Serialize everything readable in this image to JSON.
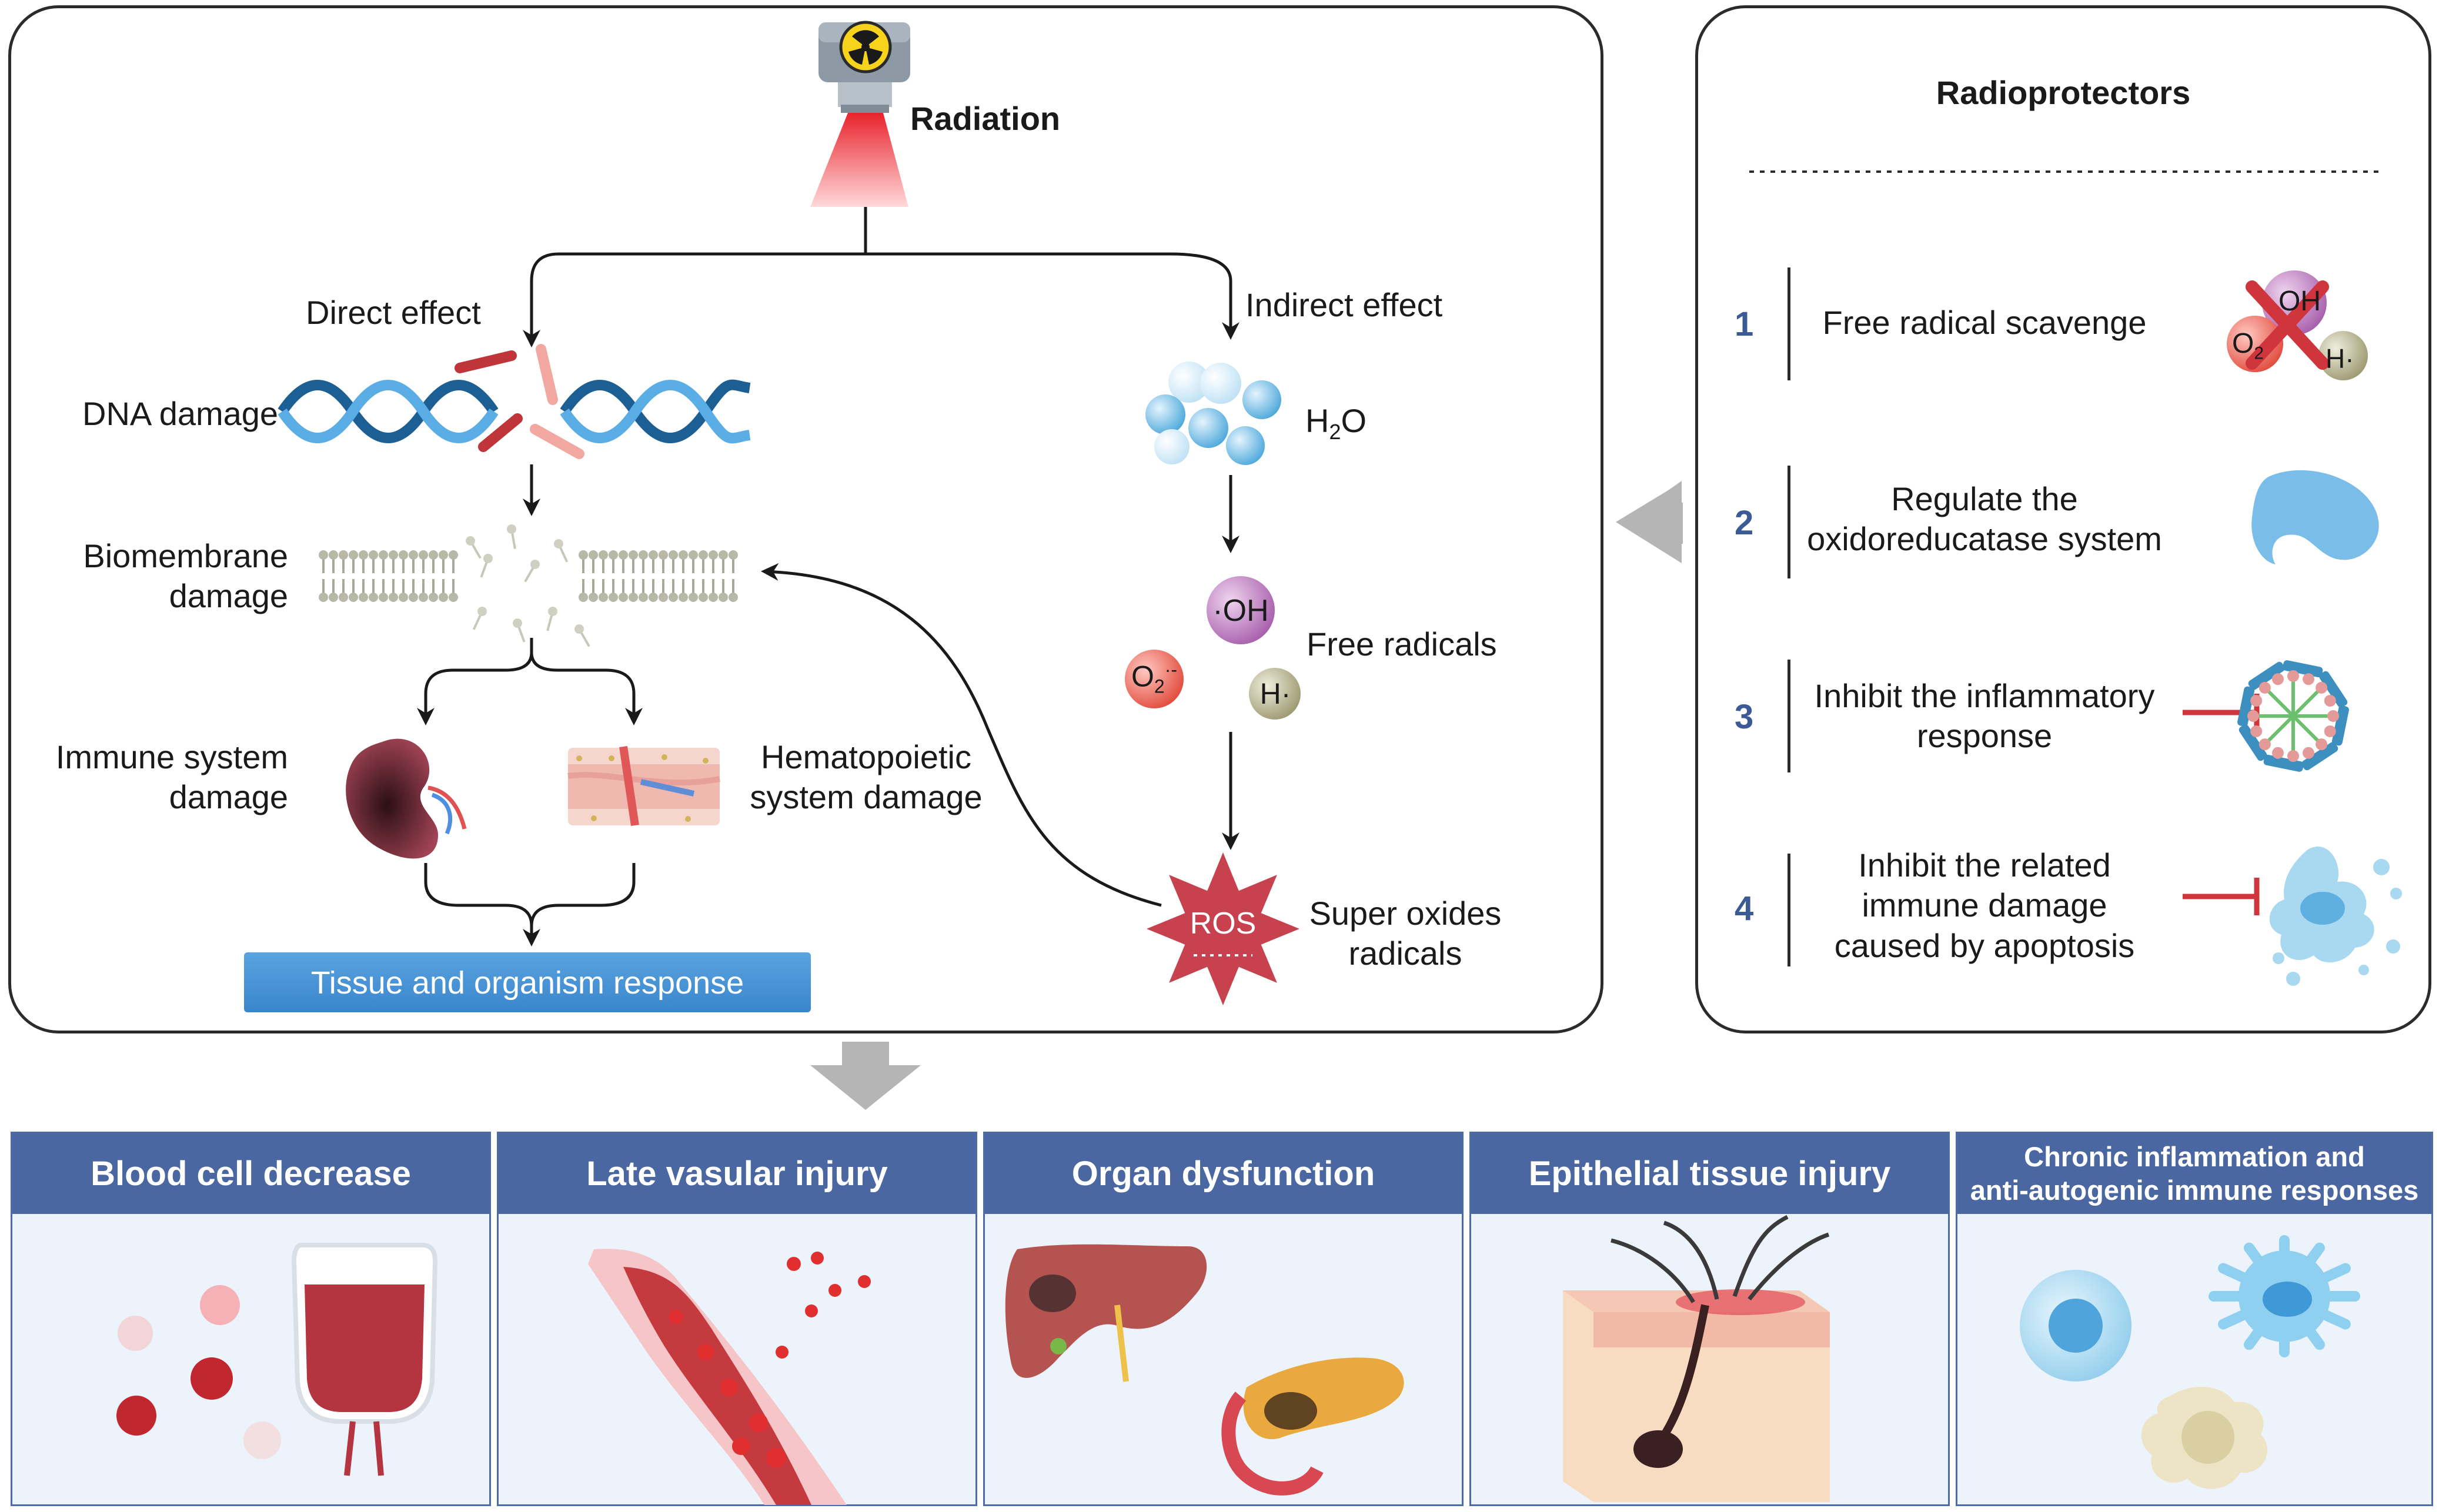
{
  "colors": {
    "panel_border": "#2b2b2b",
    "number_blue": "#3c5a96",
    "header_blue": "#4b67a1",
    "tissue_box": "#4d95d6",
    "ros_red": "#c8414f",
    "inhibit_red": "#d0353d",
    "gray_arrow": "#b5b5b5"
  },
  "mechanism": {
    "source_label": "Radiation",
    "direct_effect": "Direct effect",
    "indirect_effect": "Indirect effect",
    "dna_damage": "DNA damage",
    "biomembrane_line1": "Biomembrane",
    "biomembrane_line2": "damage",
    "immune_line1": "Immune system",
    "immune_line2": "damage",
    "hemato_line1": "Hematopoietic",
    "hemato_line2": "system damage",
    "tissue_response": "Tissue and organism response",
    "water_base": "H",
    "water_sub": "2",
    "water_end": "O",
    "free_radicals": "Free radicals",
    "oh_label": "·OH",
    "o2_label": "O",
    "o2_sub": "2",
    "o2_sup": "·-",
    "h_label": "H·",
    "ros_label": "ROS",
    "super_line1": "Super oxides",
    "super_line2": "radicals"
  },
  "radioprotectors": {
    "title": "Radioprotectors",
    "items": [
      {
        "num": "1",
        "line1": "Free radical scavenge",
        "line2": "",
        "line3": ""
      },
      {
        "num": "2",
        "line1": "Regulate the",
        "line2": "oxidoreducatase system",
        "line3": ""
      },
      {
        "num": "3",
        "line1": "Inhibit the inflammatory",
        "line2": "response",
        "line3": ""
      },
      {
        "num": "4",
        "line1": "Inhibit the related",
        "line2": "immune damage",
        "line3": "caused by apoptosis"
      }
    ],
    "icon_oh": "OH",
    "icon_o2": "O",
    "icon_o2_sub": "2",
    "icon_h": "H·"
  },
  "outcomes": [
    {
      "line1": "Blood cell decrease",
      "line2": ""
    },
    {
      "line1": "Late vasular injury",
      "line2": ""
    },
    {
      "line1": "Organ dysfunction",
      "line2": ""
    },
    {
      "line1": "Epithelial tissue injury",
      "line2": ""
    },
    {
      "line1": "Chronic inflammation and",
      "line2": "anti-autogenic immune responses"
    }
  ],
  "icons": [
    "radiation-source-icon",
    "dna-helix-icon",
    "lipid-bilayer-icon",
    "spleen-icon",
    "bone-marrow-icon",
    "water-molecules-icon",
    "ros-star-icon",
    "enzyme-icon",
    "inflammasome-icon",
    "apoptotic-cell-icon",
    "blood-bag-icon",
    "blood-vessel-icon",
    "liver-icon",
    "pancreas-icon",
    "skin-section-icon",
    "immune-cells-icon"
  ]
}
